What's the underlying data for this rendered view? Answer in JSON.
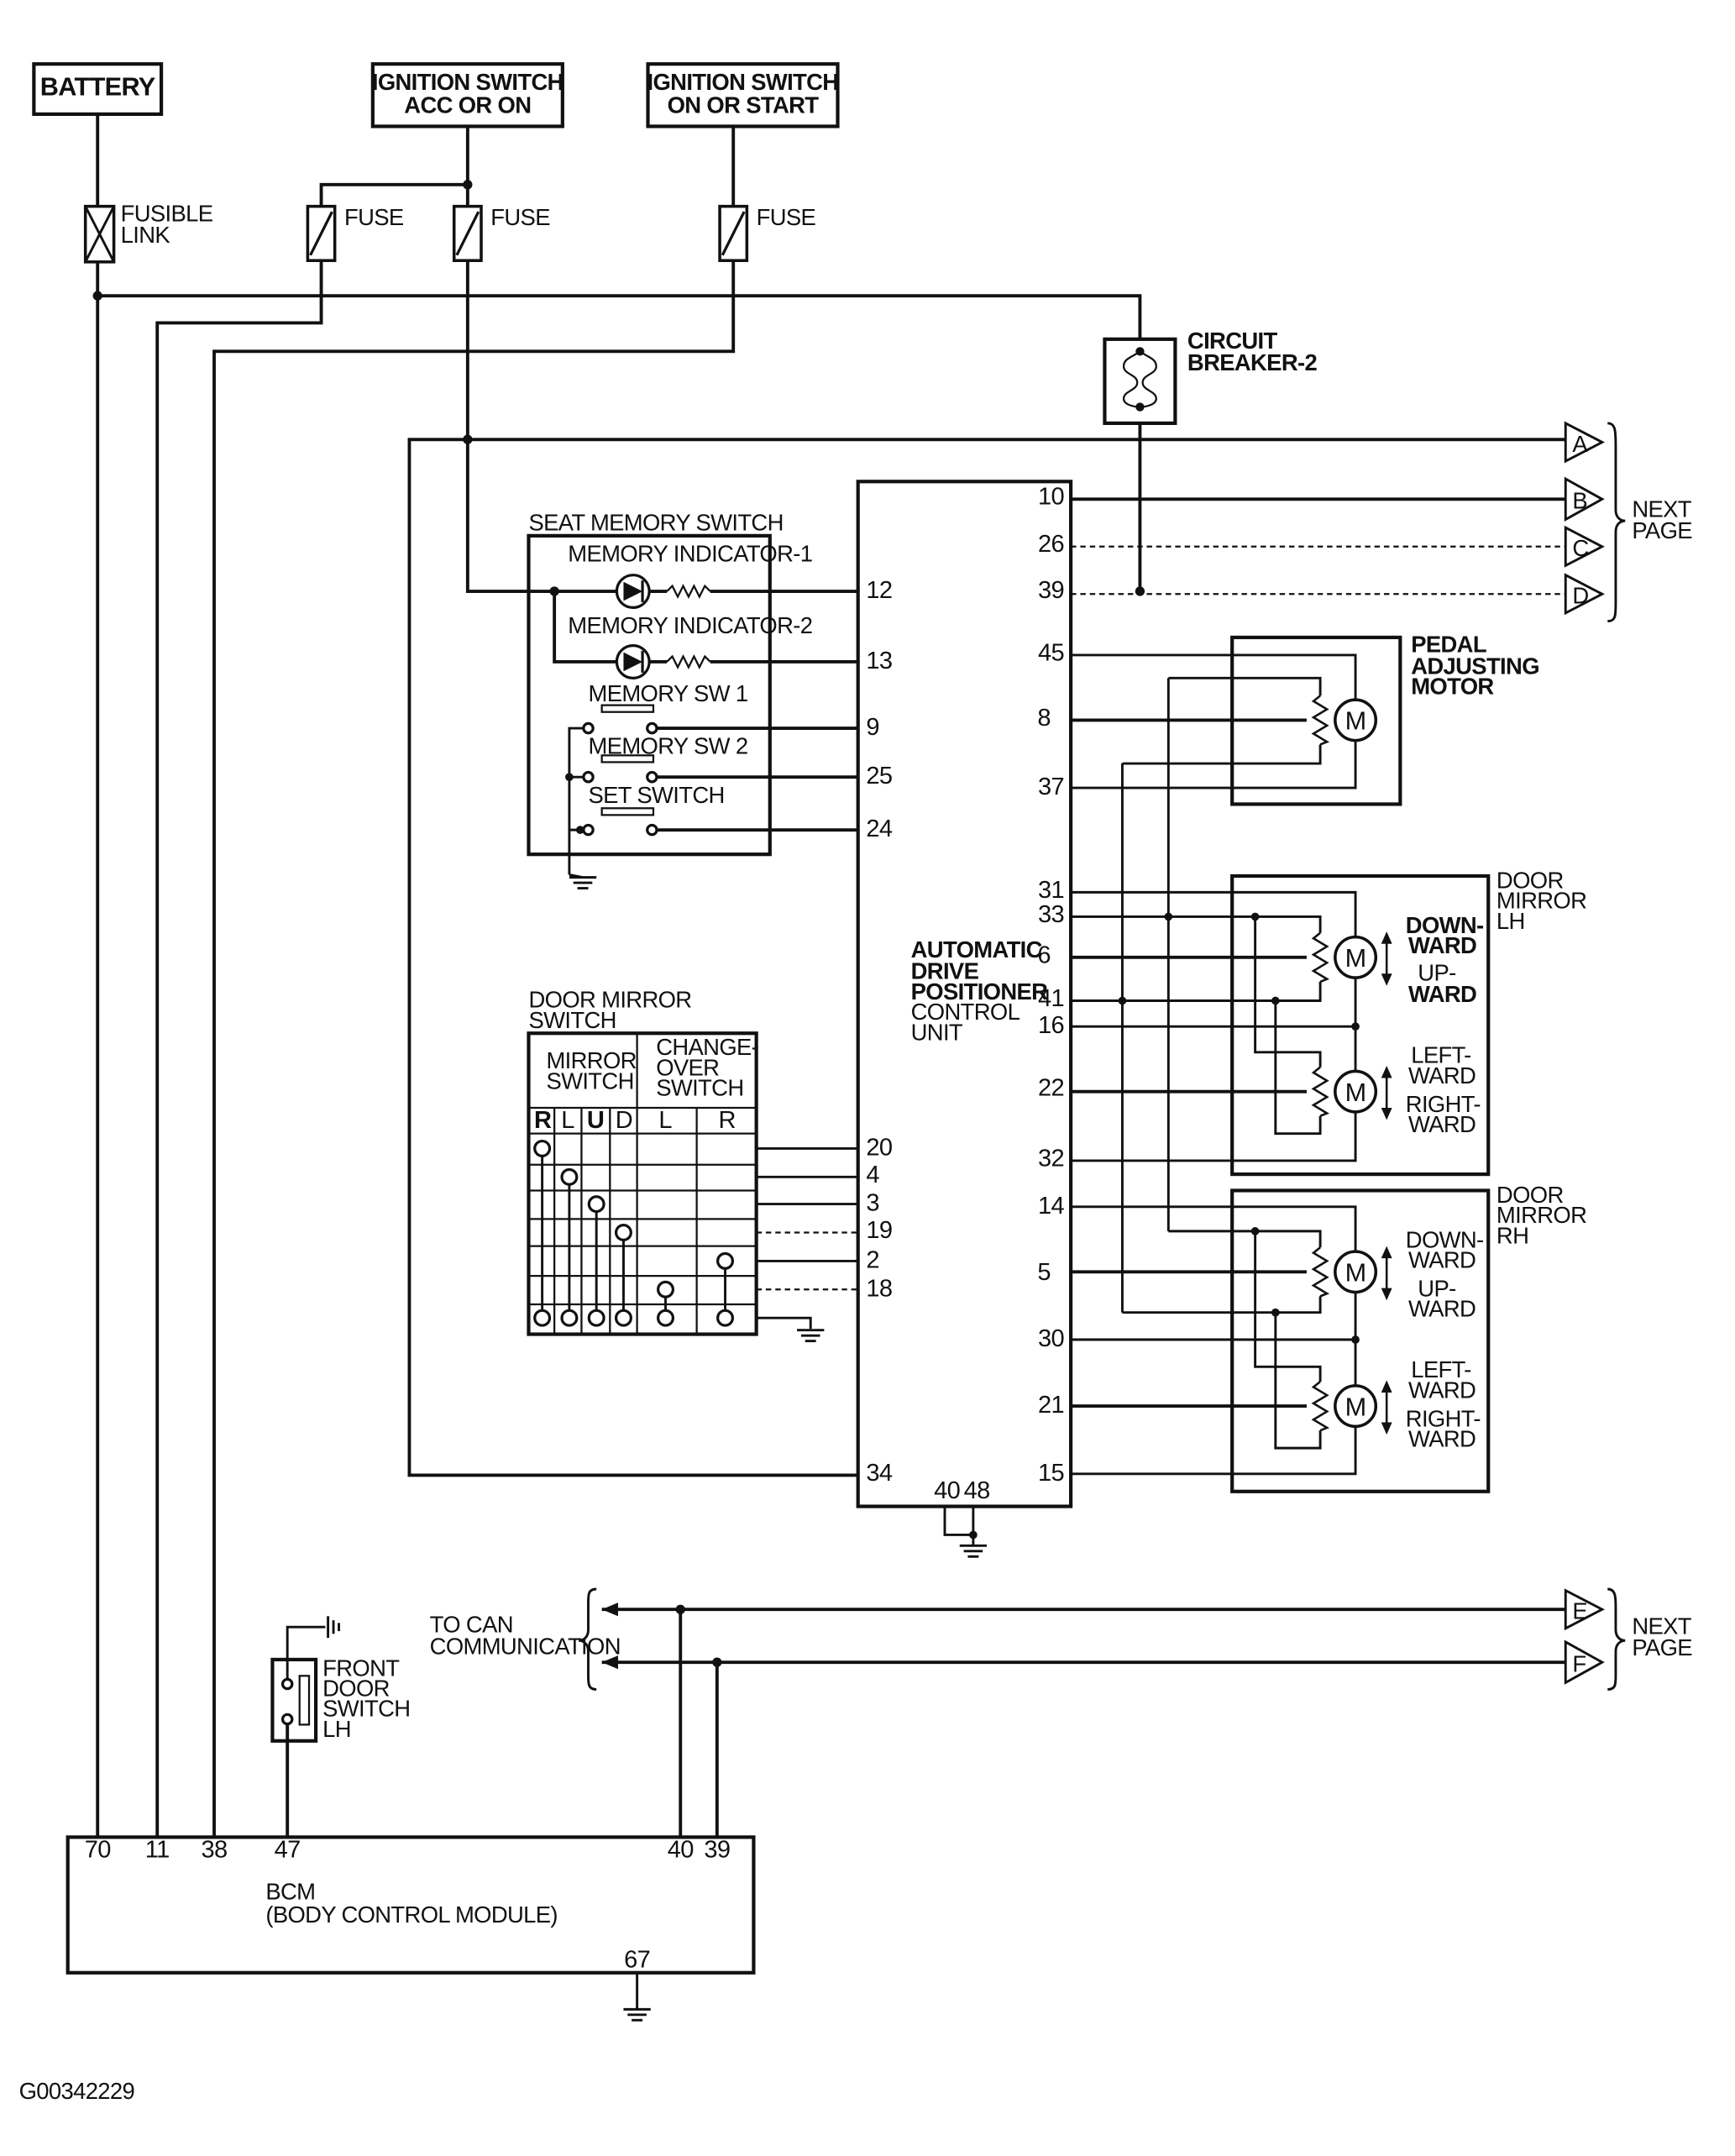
{
  "power": {
    "battery": "BATTERY",
    "ign_acc_line1": "IGNITION SWITCH",
    "ign_acc_line2": "ACC OR ON",
    "ign_on_line1": "IGNITION SWITCH",
    "ign_on_line2": "ON OR START",
    "fusible_line1": "FUSIBLE",
    "fusible_line2": "LINK",
    "fuse": "FUSE",
    "breaker_line1": "CIRCUIT",
    "breaker_line2": "BREAKER-2"
  },
  "connectors": {
    "A": "A",
    "B": "B",
    "C": "C",
    "D": "D",
    "E": "E",
    "F": "F",
    "next_line1": "NEXT",
    "next_line2": "PAGE"
  },
  "seat_memory": {
    "title": "SEAT MEMORY SWITCH",
    "indicator1": "MEMORY INDICATOR-1",
    "indicator2": "MEMORY INDICATOR-2",
    "sw1": "MEMORY SW 1",
    "sw2": "MEMORY SW 2",
    "set": "SET SWITCH",
    "pins": [
      "12",
      "13",
      "9",
      "25",
      "24"
    ]
  },
  "adp_unit": {
    "line1": "AUTOMATIC",
    "line2": "DRIVE",
    "line3": "POSITIONER",
    "line4": "CONTROL",
    "line5": "UNIT",
    "right_pins": [
      "10",
      "26",
      "39",
      "45",
      "8",
      "37",
      "31",
      "33",
      "6",
      "41",
      "16",
      "22",
      "32",
      "14",
      "5",
      "30",
      "21",
      "15"
    ],
    "left_pins": [
      "20",
      "4",
      "3",
      "19",
      "2",
      "18",
      "34"
    ],
    "ground_pins": [
      "40",
      "48"
    ]
  },
  "pedal_motor": {
    "line1": "PEDAL",
    "line2": "ADJUSTING",
    "line3": "MOTOR"
  },
  "motor_symbol": "M",
  "mirror_lh": {
    "line1": "DOOR",
    "line2": "MIRROR",
    "line3": "LH"
  },
  "mirror_rh": {
    "line1": "DOOR",
    "line2": "MIRROR",
    "line3": "RH"
  },
  "motor_dir": {
    "down1": "DOWN-",
    "down2": "WARD",
    "up1": "UP-",
    "up2": "WARD",
    "left1": "LEFT-",
    "left2": "WARD",
    "right1": "RIGHT-",
    "right2": "WARD"
  },
  "mirror_switch": {
    "title_line1": "DOOR MIRROR",
    "title_line2": "SWITCH",
    "mirror1": "MIRROR",
    "mirror2": "SWITCH",
    "change1": "CHANGE-",
    "change2": "OVER",
    "change3": "SWITCH",
    "cols": [
      "R",
      "L",
      "U",
      "D",
      "L",
      "R"
    ]
  },
  "can": {
    "line1": "TO CAN",
    "line2": "COMMUNICATION"
  },
  "door_switch": {
    "line1": "FRONT",
    "line2": "DOOR",
    "line3": "SWITCH",
    "line4": "LH"
  },
  "bcm": {
    "line1": "BCM",
    "line2": "(BODY CONTROL MODULE)",
    "pins": [
      "70",
      "11",
      "38",
      "47",
      "40",
      "39"
    ],
    "ground_pin": "67"
  },
  "figure_id": "G00342229"
}
